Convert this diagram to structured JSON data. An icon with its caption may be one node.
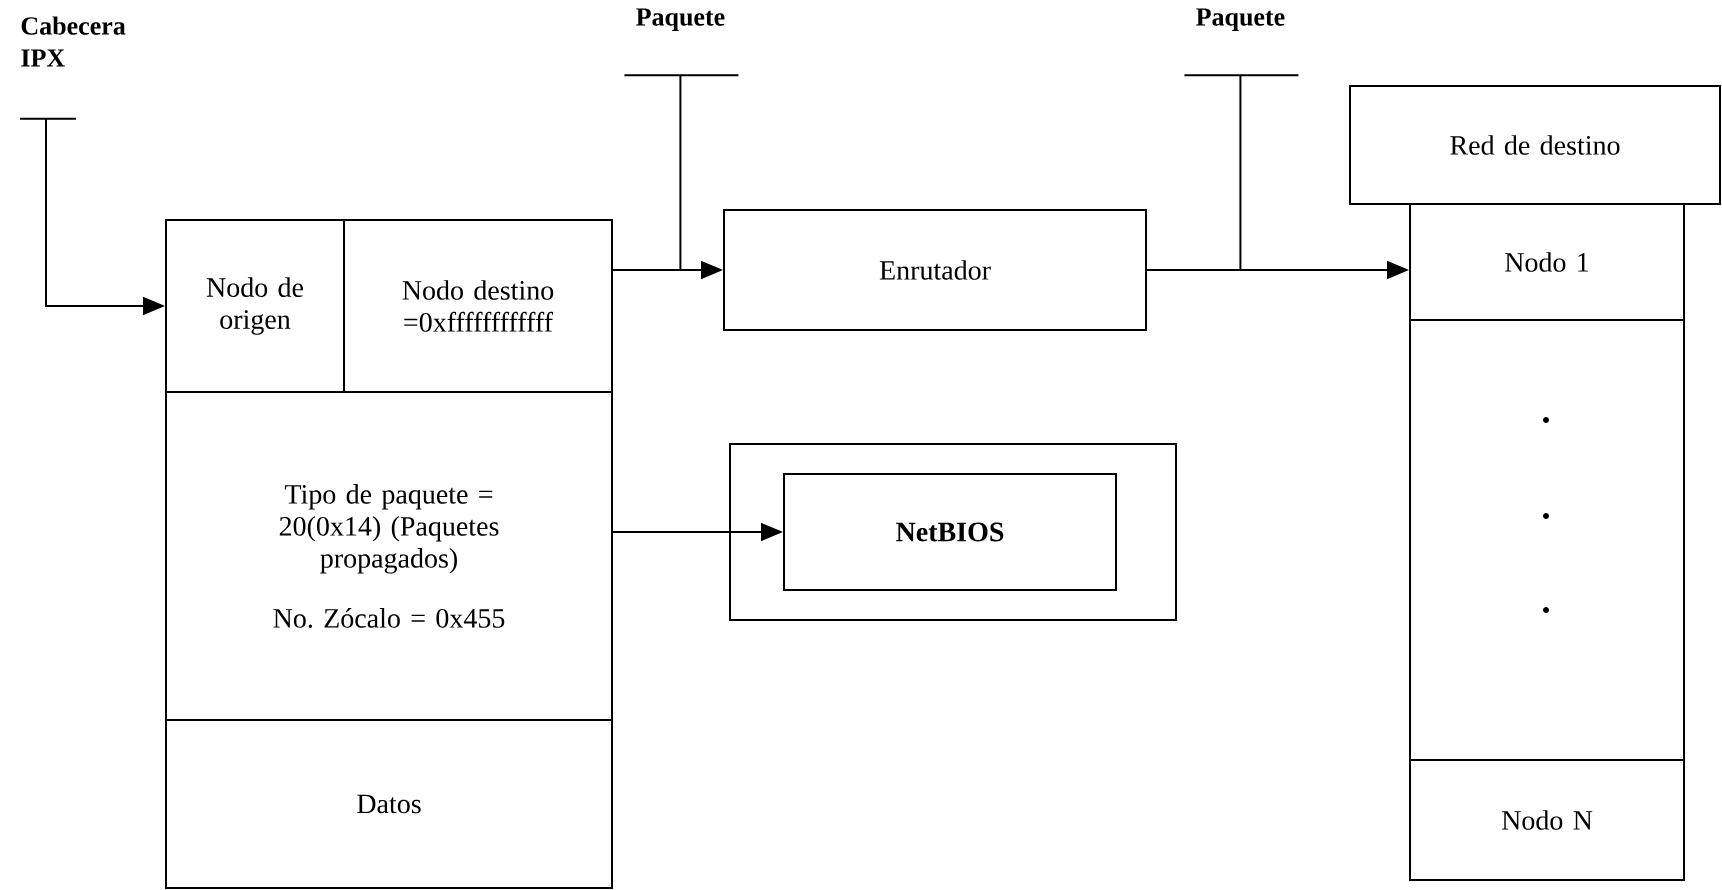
{
  "diagram": {
    "nodes": [
      {
        "text": [
          "Cabecera IPX"
        ]
      },
      {
        "text": [
          "Paquete"
        ]
      },
      {
        "text": [
          "Paquete"
        ]
      },
      {
        "text": [
          "Red de destino"
        ]
      },
      {
        "text": [
          "Nodo de origen"
        ]
      },
      {
        "text": [
          "Nodo destino =0xffffffffffff"
        ]
      },
      {
        "text": [
          "Enrutador"
        ]
      },
      {
        "text": [
          "Nodo 1"
        ]
      },
      {
        "text": [
          "Tipo de paquete = 20(0x14) (Paquetes propagados)",
          "No. Zócalo = 0x455"
        ]
      },
      {
        "text": [],
        "shape": "box"
      },
      {
        "text": [
          "NetBIOS"
        ],
        "in": 9
      },
      {
        "text": [],
        "shape": "box"
      },
      {
        "text": [
          "Datos"
        ]
      },
      {
        "text": [
          "Nodo N"
        ]
      }
    ],
    "edges": [
      {
        "from": 0,
        "to": 4,
        "arrow": "to"
      },
      {
        "from": 5,
        "to": 6,
        "arrow": "to"
      },
      {
        "from": 1,
        "to": null,
        "arrow": "none"
      },
      {
        "from": 6,
        "to": 7,
        "arrow": "to"
      },
      {
        "from": 2,
        "to": null,
        "arrow": "none"
      },
      {
        "from": 8,
        "to": 10,
        "arrow": "to"
      }
    ]
  }
}
